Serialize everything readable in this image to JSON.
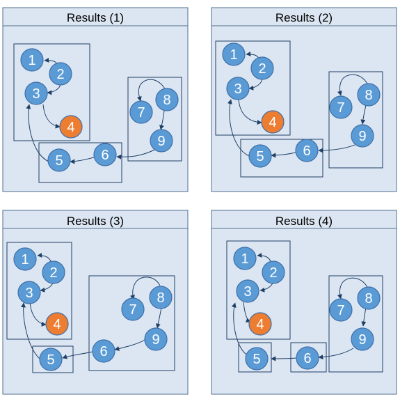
{
  "colors": {
    "node_blue": "#5b9bd5",
    "node_orange": "#ed7d31",
    "panel_bg": "#dce6f2",
    "border": "#4f6d8f",
    "edge": "#1f3f66"
  },
  "panels": [
    {
      "title": "Results (1)",
      "nodes": [
        "1",
        "2",
        "3",
        "4",
        "5",
        "6",
        "7",
        "8",
        "9"
      ],
      "highlighted": [
        "4"
      ]
    },
    {
      "title": "Results (2)",
      "nodes": [
        "1",
        "2",
        "3",
        "4",
        "5",
        "6",
        "7",
        "8",
        "9"
      ],
      "highlighted": [
        "4"
      ]
    },
    {
      "title": "Results (3)",
      "nodes": [
        "1",
        "2",
        "3",
        "4",
        "5",
        "6",
        "7",
        "8",
        "9"
      ],
      "highlighted": [
        "4"
      ]
    },
    {
      "title": "Results (4)",
      "nodes": [
        "1",
        "2",
        "3",
        "4",
        "5",
        "6",
        "7",
        "8",
        "9"
      ],
      "highlighted": [
        "4"
      ]
    }
  ],
  "edges": [
    [
      "2",
      "1"
    ],
    [
      "2",
      "3"
    ],
    [
      "3",
      "4"
    ],
    [
      "5",
      "3"
    ],
    [
      "6",
      "5"
    ],
    [
      "9",
      "6"
    ],
    [
      "8",
      "7"
    ],
    [
      "8",
      "9"
    ]
  ]
}
